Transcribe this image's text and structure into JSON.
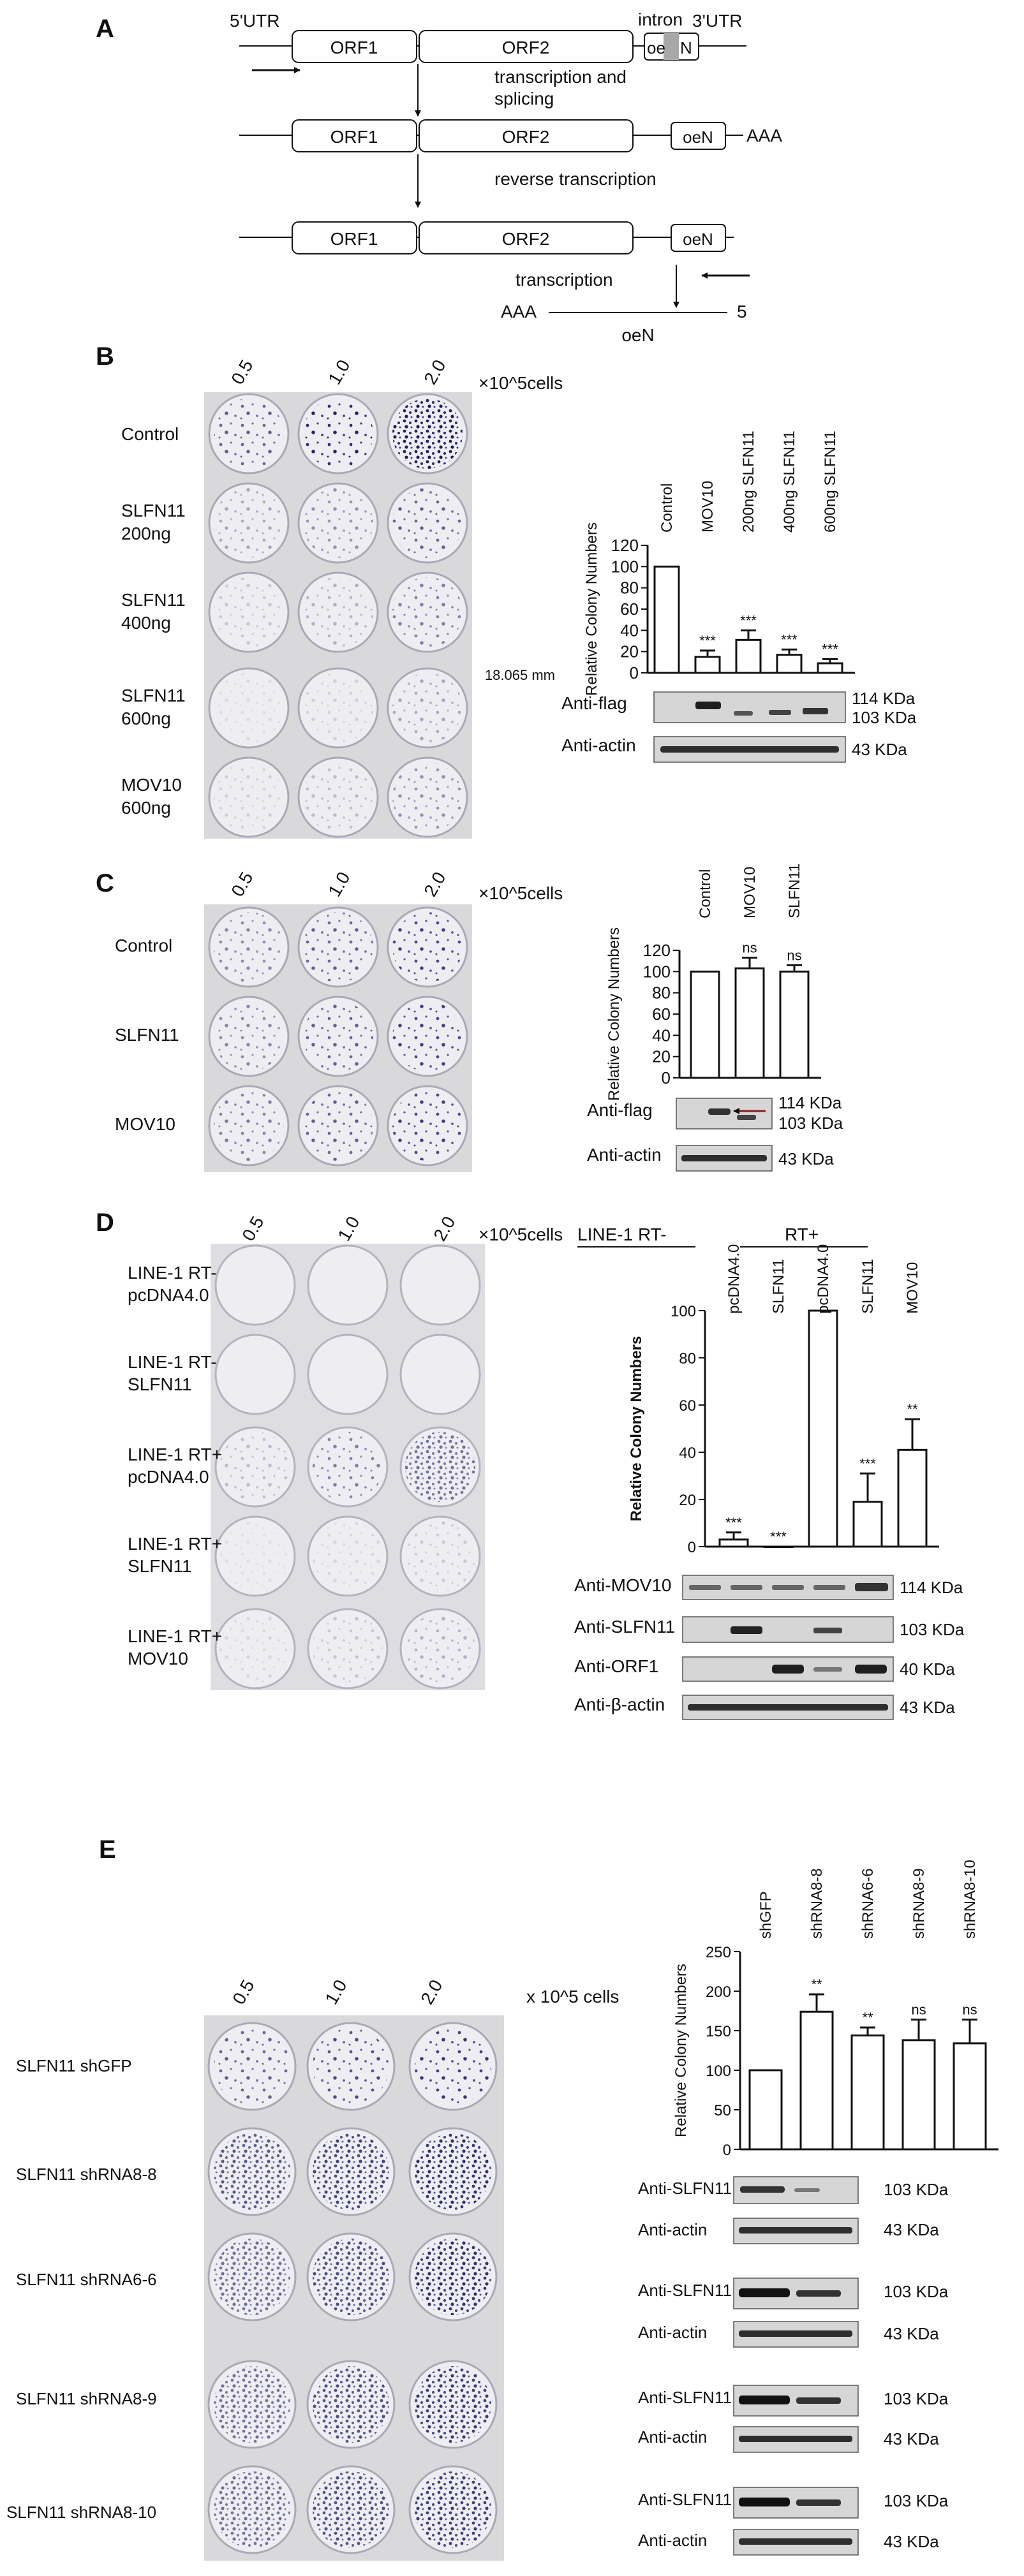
{
  "panels": {
    "A": {
      "letter": "A",
      "utr5": "5'UTR",
      "utr3": "3'UTR",
      "orf1": "ORF1",
      "orf2": "ORF2",
      "intron": "intron",
      "oe_split": "oe",
      "n_split": "N",
      "oen": "oeN",
      "aaa": "AAA",
      "step1": "transcription and",
      "step1b": "splicing",
      "step2": "reverse transcription",
      "step3": "transcription",
      "five": "5"
    },
    "B": {
      "letter": "B",
      "densities": [
        "0.5",
        "1.0",
        "2.0"
      ],
      "unit": "×10^5cells",
      "rows": [
        [
          "Control"
        ],
        [
          "SLFN11",
          "200ng"
        ],
        [
          "SLFN11",
          "400ng"
        ],
        [
          "SLFN11",
          "600ng"
        ],
        [
          "MOV10",
          "600ng"
        ]
      ],
      "scale_note": "18.065 mm",
      "blots": [
        {
          "label": "Anti-flag",
          "sizes": [
            "114 KDa",
            "103 KDa"
          ]
        },
        {
          "label": "Anti-actin",
          "sizes": [
            "43 KDa"
          ]
        }
      ]
    },
    "C": {
      "letter": "C",
      "densities": [
        "0.5",
        "1.0",
        "2.0"
      ],
      "unit": "×10^5cells",
      "rows": [
        [
          "Control"
        ],
        [
          "SLFN11"
        ],
        [
          "MOV10"
        ]
      ],
      "blots": [
        {
          "label": "Anti-flag",
          "sizes": [
            "114 KDa",
            "103 KDa"
          ]
        },
        {
          "label": "Anti-actin",
          "sizes": [
            "43 KDa"
          ]
        }
      ]
    },
    "D": {
      "letter": "D",
      "densities": [
        "0.5",
        "1.0",
        "2.0"
      ],
      "unit": "×10^5cells",
      "rows": [
        [
          "LINE-1 RT-",
          "pcDNA4.0"
        ],
        [
          "LINE-1 RT-",
          "SLFN11"
        ],
        [
          "LINE-1 RT+",
          "pcDNA4.0"
        ],
        [
          "LINE-1 RT+",
          "SLFN11"
        ],
        [
          "LINE-1 RT+",
          "MOV10"
        ]
      ],
      "group_line1": "LINE-1",
      "group_rtminus": "RT-",
      "group_rtplus": "RT+",
      "blots": [
        {
          "label": "Anti-MOV10",
          "sizes": [
            "114 KDa"
          ]
        },
        {
          "label": "Anti-SLFN11",
          "sizes": [
            "103 KDa"
          ]
        },
        {
          "label": "Anti-ORF1",
          "sizes": [
            "40 KDa"
          ]
        },
        {
          "label": "Anti-β-actin",
          "sizes": [
            "43 KDa"
          ]
        }
      ]
    },
    "E": {
      "letter": "E",
      "densities": [
        "0.5",
        "1.0",
        "2.0"
      ],
      "unit": "x 10^5 cells",
      "rows": [
        [
          "SLFN11 shGFP"
        ],
        [
          "SLFN11 shRNA8-8"
        ],
        [
          "SLFN11 shRNA6-6"
        ],
        [
          "SLFN11 shRNA8-9"
        ],
        [
          "SLFN11 shRNA8-10"
        ]
      ],
      "blots": [
        {
          "label": "Anti-SLFN11",
          "size": "103 KDa"
        },
        {
          "label": "Anti-actin",
          "size": "43 KDa"
        },
        {
          "label": "Anti-SLFN11",
          "size": "103 KDa"
        },
        {
          "label": "Anti-actin",
          "size": "43 KDa"
        },
        {
          "label": "Anti-SLFN11",
          "size": "103 KDa"
        },
        {
          "label": "Anti-actin",
          "size": "43 KDa"
        },
        {
          "label": "Anti-SLFN11",
          "size": "103 KDa"
        },
        {
          "label": "Anti-actin",
          "size": "43 KDa"
        }
      ]
    }
  },
  "chart_data": [
    {
      "type": "bar",
      "panel": "B",
      "categories": [
        "Control",
        "MOV10",
        "200ng SLFN11",
        "400ng SLFN11",
        "600ng SLFN11"
      ],
      "values": [
        100,
        15,
        31,
        17,
        9
      ],
      "errors": [
        0,
        6,
        9,
        5,
        4
      ],
      "significance": [
        "",
        "***",
        "***",
        "***",
        "***"
      ],
      "ylabel": "Relative Colony Numbers",
      "yticks": [
        "0",
        "20",
        "40",
        "60",
        "80",
        "100",
        "120"
      ],
      "ylim": [
        0,
        120
      ]
    },
    {
      "type": "bar",
      "panel": "C",
      "categories": [
        "Control",
        "MOV10",
        "SLFN11"
      ],
      "values": [
        100,
        103,
        100
      ],
      "errors": [
        0,
        10,
        6
      ],
      "significance": [
        "",
        "ns",
        "ns"
      ],
      "ylabel": "Relative Colony Numbers",
      "yticks": [
        "0",
        "20",
        "40",
        "60",
        "80",
        "100",
        "120"
      ],
      "ylim": [
        0,
        120
      ]
    },
    {
      "type": "bar",
      "panel": "D",
      "categories": [
        "pcDNA4.0",
        "SLFN11",
        "pcDNA4.0",
        "SLFN11",
        "MOV10"
      ],
      "values": [
        3,
        0,
        100,
        19,
        41
      ],
      "errors": [
        3,
        0,
        0,
        12,
        13
      ],
      "significance": [
        "***",
        "***",
        "",
        "***",
        "**"
      ],
      "ylabel": "Relative Colony Numbers",
      "yticks": [
        "0",
        "20",
        "40",
        "60",
        "80",
        "100"
      ],
      "ylim": [
        0,
        100
      ]
    },
    {
      "type": "bar",
      "panel": "E",
      "categories": [
        "shGFP",
        "shRNA8-8",
        "shRNA6-6",
        "shRNA8-9",
        "shRNA8-10"
      ],
      "values": [
        100,
        174,
        144,
        138,
        134
      ],
      "errors": [
        0,
        22,
        10,
        26,
        30
      ],
      "significance": [
        "",
        "**",
        "**",
        "ns",
        "ns"
      ],
      "ylabel": "Relative Colony Numbers",
      "yticks": [
        "0",
        "50",
        "100",
        "150",
        "200",
        "250"
      ],
      "ylim": [
        0,
        250
      ]
    }
  ]
}
